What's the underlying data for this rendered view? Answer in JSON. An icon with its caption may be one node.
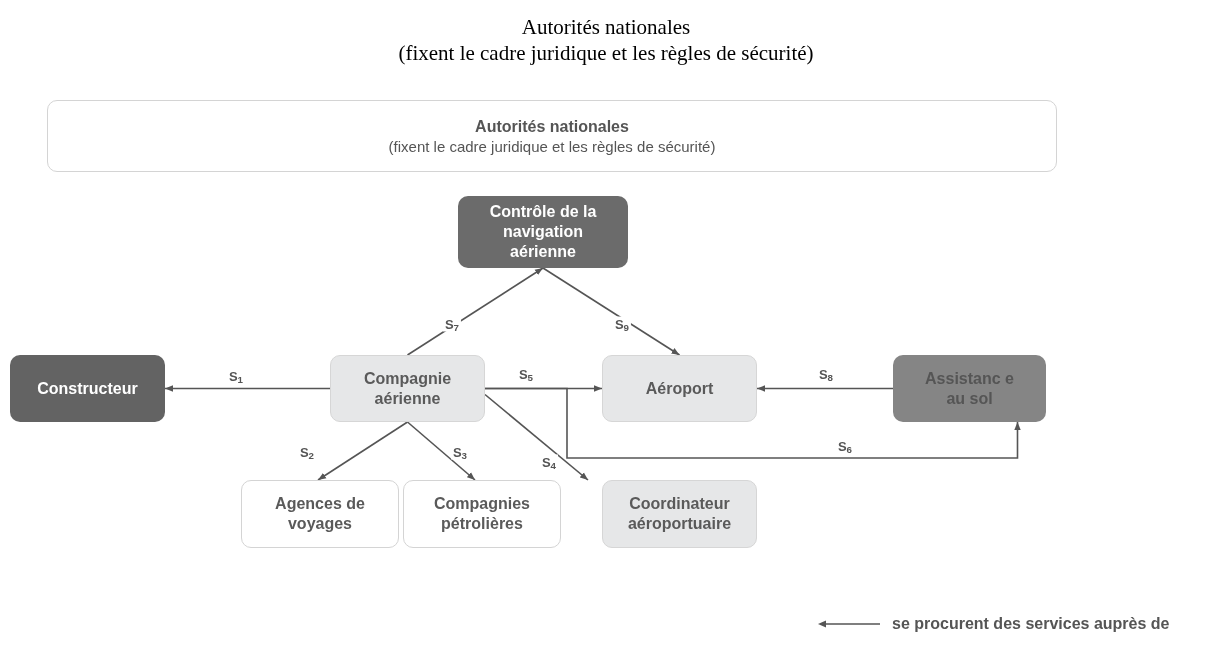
{
  "diagram": {
    "title": "Autorités nationales",
    "nodes": [
      {
        "text": [
          "Autorités nationales",
          "(fixent le cadre juridique et les règles de sécurité)"
        ]
      },
      {
        "text": [
          "Contrôle de la navigation aérienne"
        ]
      },
      {
        "text": [
          "Constructeur"
        ]
      },
      {
        "text": [
          "Compagnie aérienne"
        ]
      },
      {
        "text": [
          "Aéroport"
        ]
      },
      {
        "text": [
          "Assistanc e au sol"
        ]
      },
      {
        "text": [
          "Agences de voyages"
        ]
      },
      {
        "text": [
          "Compagnies pétrolières"
        ]
      },
      {
        "text": [
          "Coordinateur aéroportuaire"
        ]
      }
    ],
    "edges": [
      {
        "from": 3,
        "to": 2,
        "arrow": "to",
        "label": "S$_{1}$"
      },
      {
        "from": 3,
        "to": 6,
        "arrow": "to",
        "label": "S$_{2}$"
      },
      {
        "from": 3,
        "to": 7,
        "arrow": "to",
        "label": "S$_{3}$"
      },
      {
        "from": 3,
        "to": 8,
        "arrow": "to",
        "label": "S$_{4}$"
      },
      {
        "from": 3,
        "to": 4,
        "arrow": "to",
        "label": "S$_{5}$"
      },
      {
        "from": 3,
        "to": 5,
        "arrow": "to",
        "label": "S$_{6}$"
      },
      {
        "from": 3,
        "to": 1,
        "arrow": "to",
        "label": "S$_{7}$"
      },
      {
        "from": 5,
        "to": 4,
        "arrow": "to",
        "label": "S$_{8}$"
      },
      {
        "from": 1,
        "to": 4,
        "arrow": "to",
        "label": "S$_{9}$"
      }
    ],
    "labels": [
      "(fixent le cadre juridique et les règles de sécurité)"
    ],
    "legend": [
      {
        "text": "se procurent des services auprès de"
      }
    ]
  }
}
